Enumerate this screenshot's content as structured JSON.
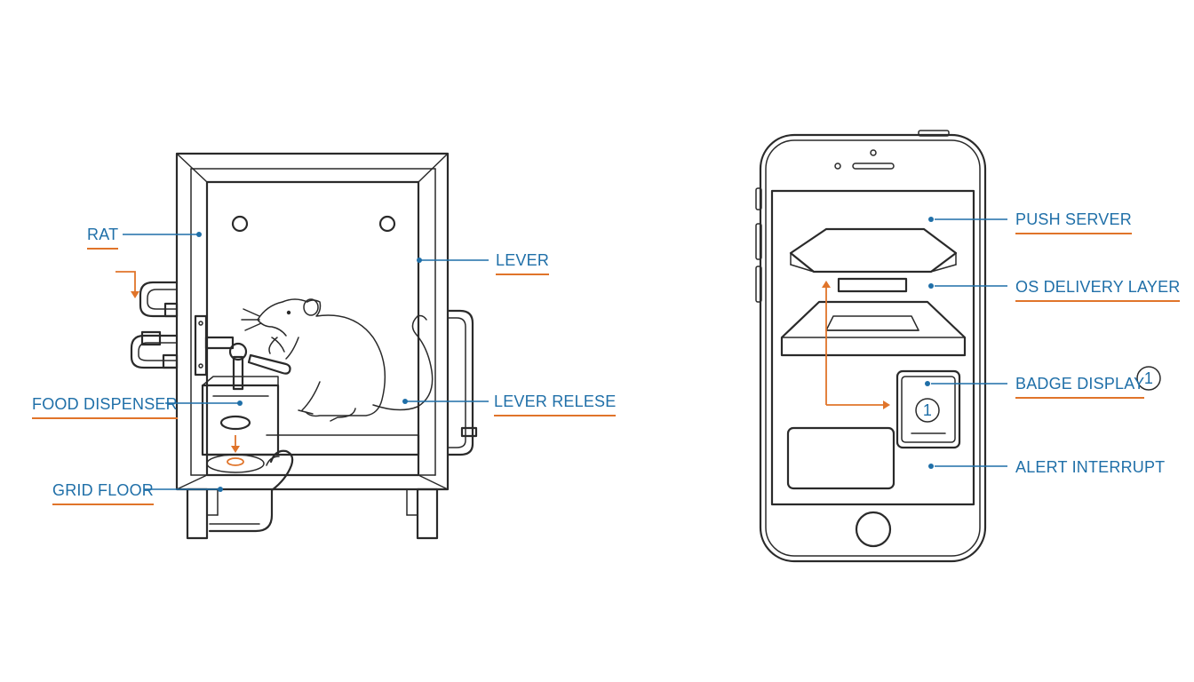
{
  "colors": {
    "ink": "#2a2a2a",
    "accent1": "#1f6fa8",
    "accent2": "#e0742a",
    "background": "#ffffff"
  },
  "left_diagram": {
    "labels": {
      "rat": "RAT",
      "lever": "LEVER",
      "food_dispenser": "FOOD DISPENSER",
      "lever_release": "LEVER RELESE",
      "grid_floor": "GRID FLOOR"
    }
  },
  "right_diagram": {
    "labels": {
      "push_server": "PUSH SERVER",
      "os_delivery_layer": "OS DELIVERY LAYER",
      "badge_display": "BADGE DISPLAY",
      "alert_interrupt": "ALERT INTERRUPT"
    },
    "badge_number": "1",
    "badge_callout_number": "1"
  }
}
